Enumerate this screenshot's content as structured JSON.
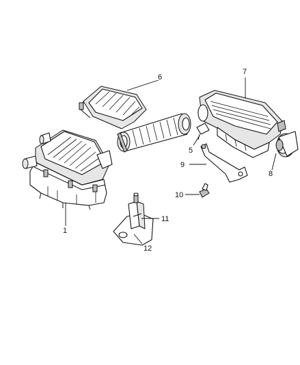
{
  "callouts": {
    "c1": "1",
    "c5": "5",
    "c6": "6",
    "c7": "7",
    "c8": "8",
    "c9": "9",
    "c10": "10",
    "c11": "11",
    "c12": "12"
  }
}
